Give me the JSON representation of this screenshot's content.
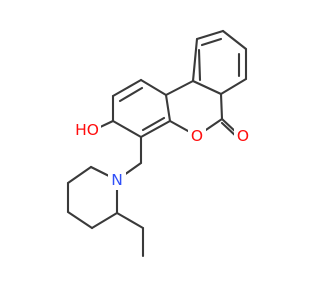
{
  "atoms": {
    "hydroxyl_oxygen": {
      "label": "HO",
      "color": "#ff0d0d"
    },
    "ring_oxygen": {
      "label": "O",
      "color": "#ff0d0d"
    },
    "carbonyl_oxygen": {
      "label": "O",
      "color": "#ff0d0d"
    },
    "nitrogen": {
      "label": "N",
      "color": "#3050f8"
    }
  }
}
